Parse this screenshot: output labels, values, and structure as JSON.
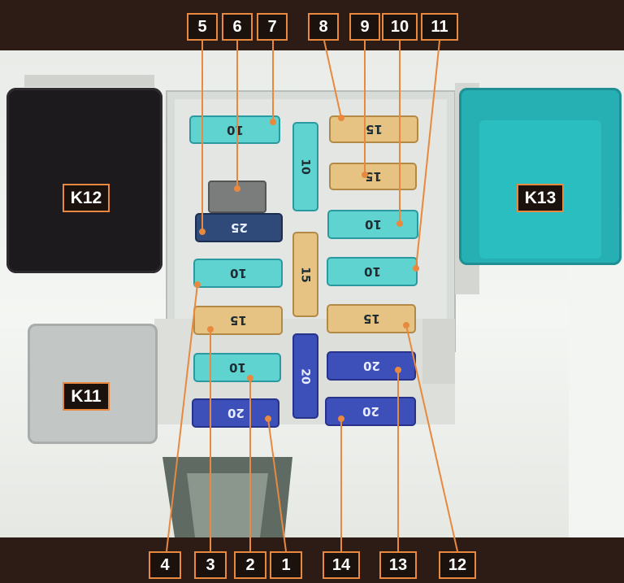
{
  "callouts": {
    "top": [
      "5",
      "6",
      "7",
      "8",
      "9",
      "10",
      "11"
    ],
    "bottom": [
      "4",
      "3",
      "2",
      "1",
      "14",
      "13",
      "12"
    ]
  },
  "relays": {
    "k12": "K12",
    "k13": "K13",
    "k11": "K11"
  },
  "fuses": {
    "f7": "10",
    "f8": "15",
    "f9": "15",
    "f10": "10",
    "f5": "25",
    "f4": "10",
    "f11": "10",
    "f3": "15",
    "f12": "15",
    "f2": "10",
    "f13": "20",
    "f1": "20",
    "f14": "20",
    "v_top": "10",
    "v_mid": "15",
    "v_bottom": "20"
  },
  "colors": {
    "label_border": "#e8893f",
    "fuse_10": "#5fd3d0",
    "fuse_15": "#e7c383",
    "fuse_20": "#3d4fb8",
    "fuse_25": "#2f4a78",
    "k13": "#27b0b3"
  }
}
